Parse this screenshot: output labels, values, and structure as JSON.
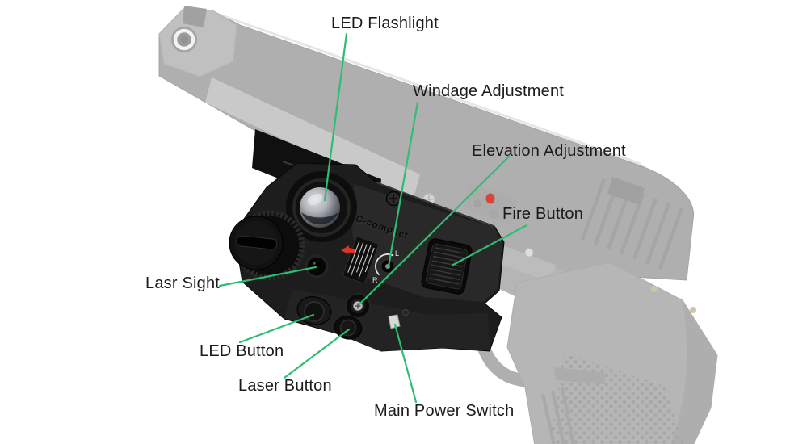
{
  "figure": {
    "background": "#ffffff",
    "accent_line_color": "#2ebd72",
    "label_color": "#1b1b1b",
    "red_dot_color": "#dd3526",
    "callouts": [
      {
        "id": "led-flashlight",
        "label": "LED Flashlight"
      },
      {
        "id": "windage-adjustment",
        "label": "Windage Adjustment"
      },
      {
        "id": "elevation-adjustment",
        "label": "Elevation Adjustment"
      },
      {
        "id": "fire-button",
        "label": "Fire Button"
      },
      {
        "id": "lasr-sight",
        "label": "Lasr Sight"
      },
      {
        "id": "led-button",
        "label": "LED Button"
      },
      {
        "id": "laser-button",
        "label": "Laser Button"
      },
      {
        "id": "main-power-switch",
        "label": "Main Power Switch"
      }
    ],
    "device": {
      "engraving": "XLC-compact",
      "windage_markings": {
        "left": "L",
        "right": "R"
      }
    }
  }
}
